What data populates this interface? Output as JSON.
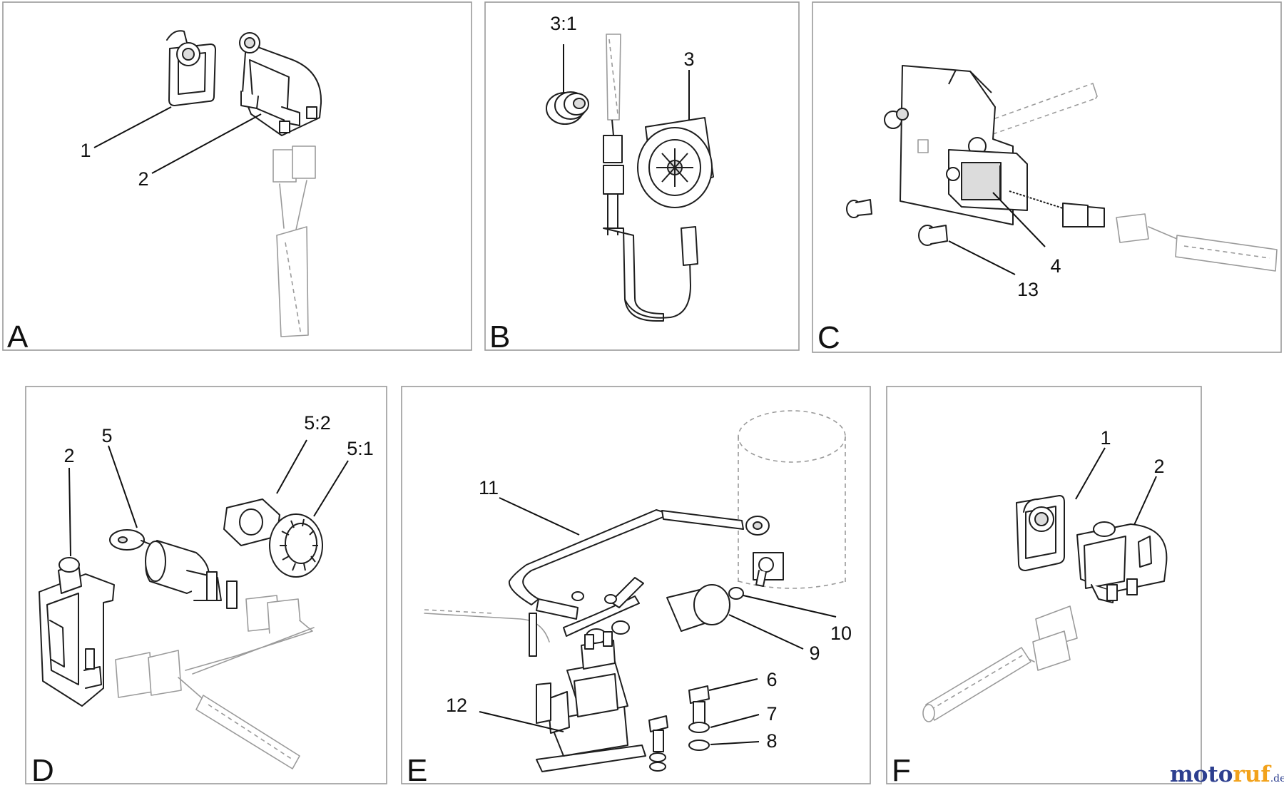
{
  "panels": {
    "a": {
      "letter": "A",
      "labels": [
        "1",
        "2"
      ]
    },
    "b": {
      "letter": "B",
      "labels": [
        "3:1",
        "3"
      ]
    },
    "c": {
      "letter": "C",
      "labels": [
        "4",
        "13"
      ]
    },
    "d": {
      "letter": "D",
      "labels": [
        "2",
        "5",
        "5:2",
        "5:1"
      ]
    },
    "e": {
      "letter": "E",
      "labels": [
        "11",
        "10",
        "9",
        "6",
        "7",
        "8",
        "12"
      ]
    },
    "f": {
      "letter": "F",
      "labels": [
        "1",
        "2"
      ]
    }
  },
  "watermark": {
    "part1": "moto",
    "part2": "ruf",
    "suffix": ".de"
  },
  "colors": {
    "brand_blue": "#2d3f8f",
    "brand_orange": "#f2a21b"
  }
}
